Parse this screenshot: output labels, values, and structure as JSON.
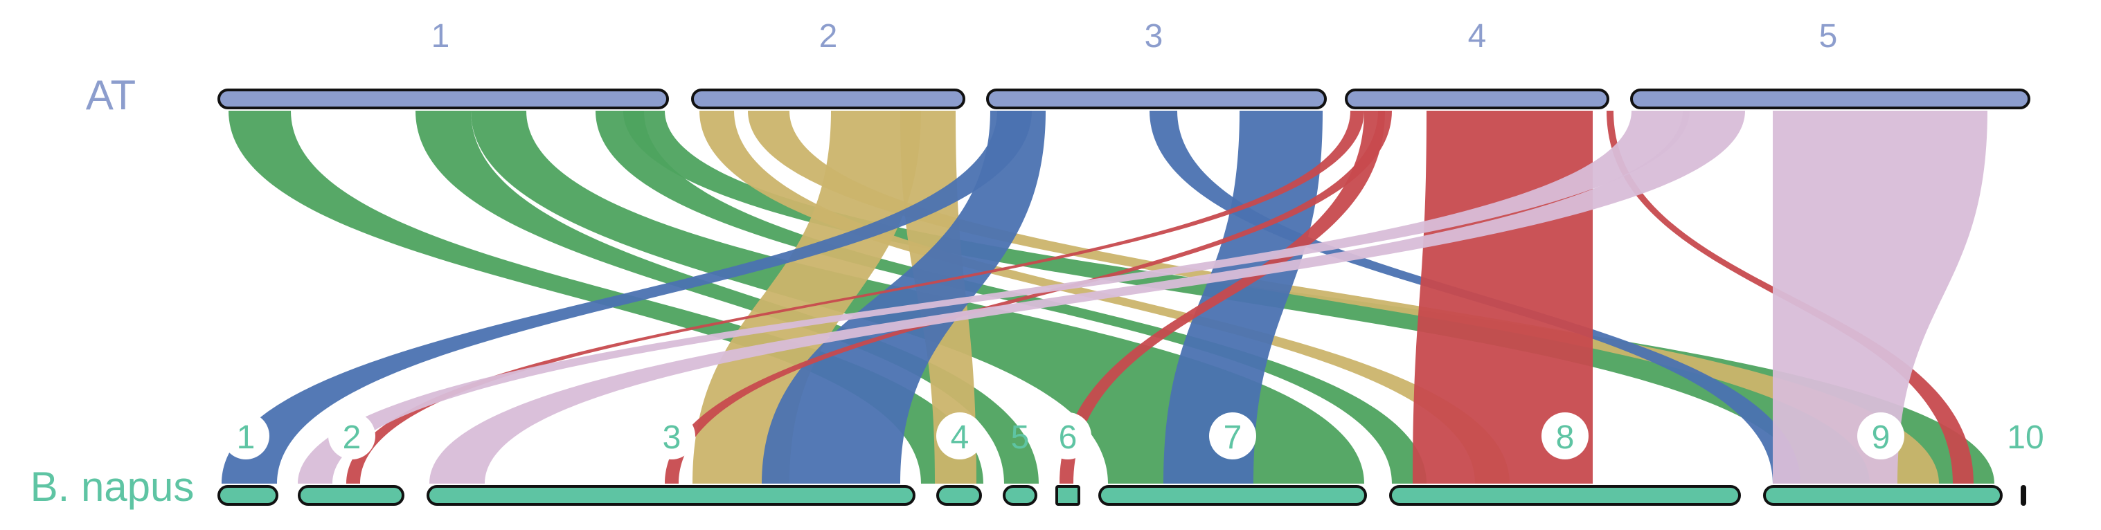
{
  "genomes": {
    "top": {
      "label": "AT",
      "color": "#8c9dcd"
    },
    "bottom": {
      "label": "B. napus",
      "color": "#5ec4a3"
    }
  },
  "top_chromosomes": [
    {
      "name": "1",
      "label": "1"
    },
    {
      "name": "2",
      "label": "2"
    },
    {
      "name": "3",
      "label": "3"
    },
    {
      "name": "4",
      "label": "4"
    },
    {
      "name": "5",
      "label": "5"
    }
  ],
  "bottom_chromosomes": [
    {
      "name": "1",
      "label": "1"
    },
    {
      "name": "2",
      "label": "2"
    },
    {
      "name": "3",
      "label": "3"
    },
    {
      "name": "4",
      "label": "4"
    },
    {
      "name": "5",
      "label": "5"
    },
    {
      "name": "6",
      "label": "6"
    },
    {
      "name": "7",
      "label": "7"
    },
    {
      "name": "8",
      "label": "8"
    },
    {
      "name": "9",
      "label": "9"
    },
    {
      "name": "10",
      "label": "10"
    }
  ],
  "colors": {
    "1": "#4ea35f",
    "2": "#cbb46c",
    "3": "#4b72b1",
    "4": "#c74a4e",
    "5": "#d8bdd8"
  },
  "links": [
    {
      "from": "1",
      "to": "4",
      "color_key": "1"
    },
    {
      "from": "1",
      "to": "5",
      "color_key": "1"
    },
    {
      "from": "1",
      "to": "7",
      "color_key": "1"
    },
    {
      "from": "1",
      "to": "8",
      "color_key": "1"
    },
    {
      "from": "1",
      "to": "9",
      "color_key": "1"
    },
    {
      "from": "2",
      "to": "3",
      "color_key": "2"
    },
    {
      "from": "2",
      "to": "4",
      "color_key": "2"
    },
    {
      "from": "2",
      "to": "8",
      "color_key": "2"
    },
    {
      "from": "2",
      "to": "9",
      "color_key": "2"
    },
    {
      "from": "3",
      "to": "1",
      "color_key": "3"
    },
    {
      "from": "3",
      "to": "3",
      "color_key": "3"
    },
    {
      "from": "3",
      "to": "7",
      "color_key": "3"
    },
    {
      "from": "3",
      "to": "8",
      "color_key": "3"
    },
    {
      "from": "4",
      "to": "2",
      "color_key": "4"
    },
    {
      "from": "4",
      "to": "3",
      "color_key": "4"
    },
    {
      "from": "4",
      "to": "6",
      "color_key": "4"
    },
    {
      "from": "4",
      "to": "8",
      "color_key": "4"
    },
    {
      "from": "4",
      "to": "9",
      "color_key": "4"
    },
    {
      "from": "5",
      "to": "2",
      "color_key": "5"
    },
    {
      "from": "5",
      "to": "3",
      "color_key": "5"
    },
    {
      "from": "5",
      "to": "9",
      "color_key": "5"
    }
  ]
}
